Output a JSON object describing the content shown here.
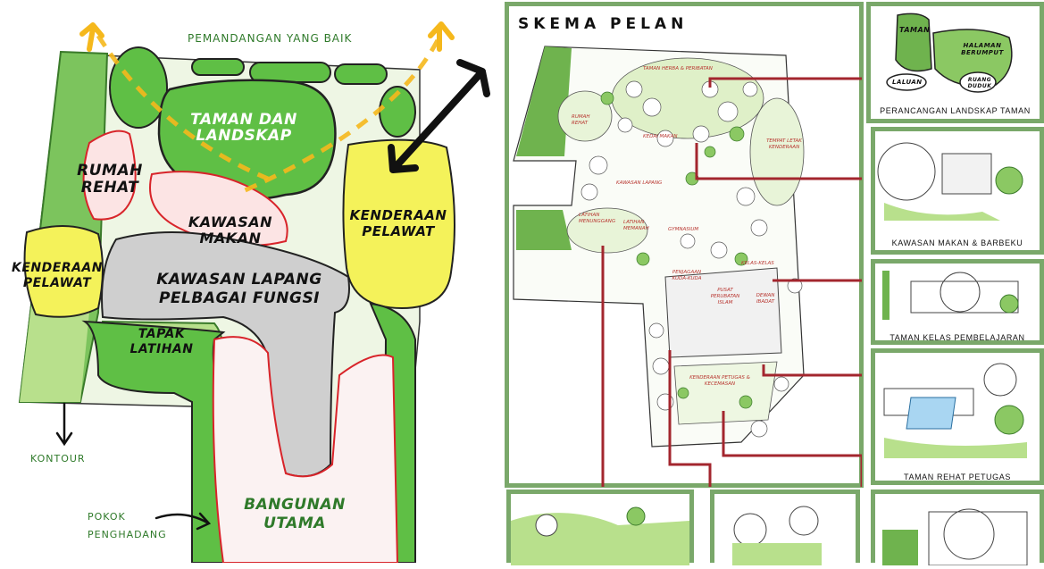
{
  "left_plan": {
    "view_label": "PEMANDANGAN YANG BAIK",
    "zones": {
      "taman_landskap": "TAMAN DAN LANDSKAP",
      "rumah_rehat": "RUMAH REHAT",
      "kawasan_makan": "KAWASAN MAKAN",
      "kenderaan_pelawat_right": "KENDERAAN PELAWAT",
      "kenderaan_pelawat_left": "KENDERAAN PELAWAT",
      "kawasan_lapang": "KAWASAN LAPANG PELBAGAI FUNGSI",
      "tapak_latihan": "TAPAK LATIHAN",
      "bangunan_utama": "BANGUNAN UTAMA"
    },
    "legend": {
      "kontour": "KONTOUR",
      "pokok_penghadang": "POKOK PENGHADANG"
    }
  },
  "right_plan": {
    "title": "SKEMA PELAN",
    "tiny_labels": {
      "taman_herba": "TAMAN HERBA & PERIBATAN",
      "rumah_rehat": "RUMAH REHAT",
      "kedai_makan": "KEDAI MAKAN",
      "tempat_letak": "TEMPAT LETAK KENDERAAN",
      "kawasan_lapang": "KAWASAN LAPANG",
      "latihan_menunggang": "LATIHAN MENUNGGANG",
      "latihan_memanah": "LATIHAN MEMANAH",
      "gymnasium": "GYMNASIUM",
      "penjagaan_kuda": "PENJAGAAN KUDA-KUDA",
      "kelas_kelas": "KELAS-KELAS",
      "pusat_perubatan": "PUSAT PERUBATAN ISLAM",
      "dewan_ibadat": "DEWAN IBADAT",
      "kenderaan_petugas": "KENDERAAN PETUGAS & KECEMASAN"
    },
    "thumb_labels": {
      "taman": "TAMAN",
      "halaman": "HALAMAN BERUMPUT",
      "laluan": "LALUAN",
      "ruang_duduk": "RUANG DUDUK"
    }
  },
  "side_panels": [
    {
      "caption": "PERANCANGAN LANDSKAP TAMAN"
    },
    {
      "caption": "KAWASAN MAKAN & BARBEKU"
    },
    {
      "caption": "TAMAN KELAS PEMBELAJARAN"
    },
    {
      "caption": "TAMAN REHAT PETUGAS"
    }
  ],
  "colors": {
    "frame_green": "#7aa86a",
    "grass_green": "#5fbf45",
    "light_green": "#b8e08c",
    "yellow": "#f4f25a",
    "grey": "#cfcfcf",
    "red_outline": "#d8242a",
    "connector_red": "#a3262e",
    "arrow_orange": "#f5b81c",
    "dark_green_text": "#2f7a2a"
  }
}
